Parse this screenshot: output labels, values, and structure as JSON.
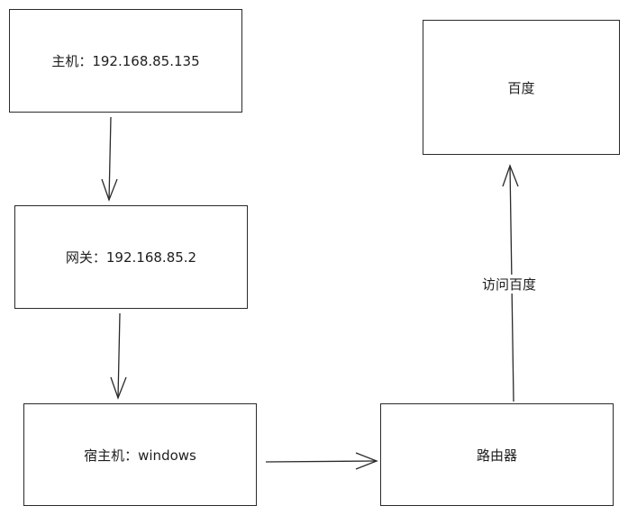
{
  "nodes": {
    "host": "主机：192.168.85.135",
    "gateway": "网关：192.168.85.2",
    "host_windows": "宿主机：windows",
    "router": "路由器",
    "baidu": "百度"
  },
  "edges": {
    "router_to_baidu_label": "访问百度"
  },
  "colors": {
    "stroke": "#2a2a2a",
    "background": "#ffffff",
    "text": "#1e1e1e"
  }
}
